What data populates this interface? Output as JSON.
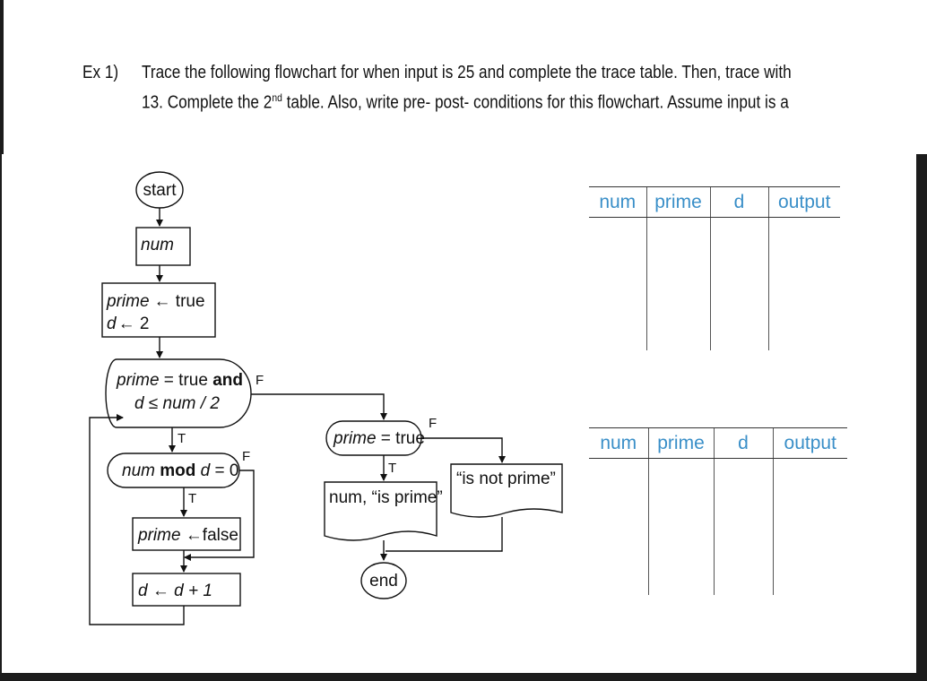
{
  "question": {
    "number": "Ex 1)",
    "line1": "Trace the following flowchart for when input is 25 and complete the trace table. Then, trace with",
    "line2_a": "13. Complete the 2",
    "line2_sup": "nd",
    "line2_b": " table. Also, write pre- post- conditions for this flowchart. Assume input is a"
  },
  "flowchart": {
    "start": "start",
    "input_num": "num",
    "init_prime_var": "prime",
    "init_prime_op": "← true",
    "init_d_var": "d",
    "init_d_op": "← 2",
    "cond1_line1_var": "prime",
    "cond1_line1_op": " = true ",
    "cond1_line1_and": "and",
    "cond1_line2": "d ≤ num / 2",
    "cond2_var": "num",
    "cond2_mod": " mod ",
    "cond2_d": "d",
    "cond2_rest": " = 0",
    "assign_false_var": "prime",
    "assign_false_op": " ←false",
    "increment": "d ← d + 1",
    "cond3_var": "prime",
    "cond3_rest": " = true",
    "output_prime": "num, “is prime”",
    "output_not_prime": "“is not prime”",
    "end": "end",
    "label_true": "T",
    "label_false": "F"
  },
  "tables": [
    {
      "columns": [
        "num",
        "prime",
        "d",
        "output"
      ],
      "rows": [
        [
          "",
          "",
          "",
          ""
        ]
      ]
    },
    {
      "columns": [
        "num",
        "prime",
        "d",
        "output"
      ],
      "rows": [
        [
          "",
          "",
          "",
          ""
        ]
      ]
    }
  ],
  "colors": {
    "header_text": "#3a8fc8",
    "frame": "#1c1c1c",
    "line": "#111111"
  }
}
